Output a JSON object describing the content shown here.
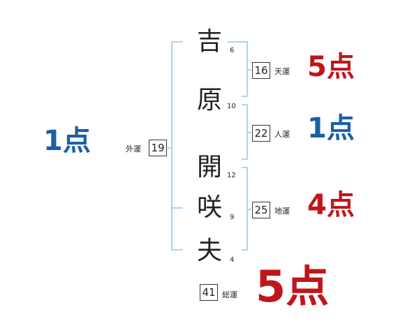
{
  "name": {
    "chars": [
      "吉",
      "原",
      "開",
      "咲",
      "夫"
    ],
    "strokes": [
      "6",
      "10",
      "12",
      "9",
      "4"
    ]
  },
  "fortunes": {
    "tenkaku": {
      "label": "天運",
      "number": "16",
      "score": "5点",
      "color": "#c0151b"
    },
    "jinkaku": {
      "label": "人運",
      "number": "22",
      "score": "1点",
      "color": "#1a5fa8"
    },
    "chikaku": {
      "label": "地運",
      "number": "25",
      "score": "4点",
      "color": "#c0151b"
    },
    "gaikaku": {
      "label": "外運",
      "number": "19",
      "score": "1点",
      "color": "#1a5fa8"
    },
    "soukaku": {
      "label": "総運",
      "number": "41",
      "score": "5点",
      "color": "#c0151b"
    }
  },
  "colors": {
    "bracket": "#8ec8ea"
  }
}
